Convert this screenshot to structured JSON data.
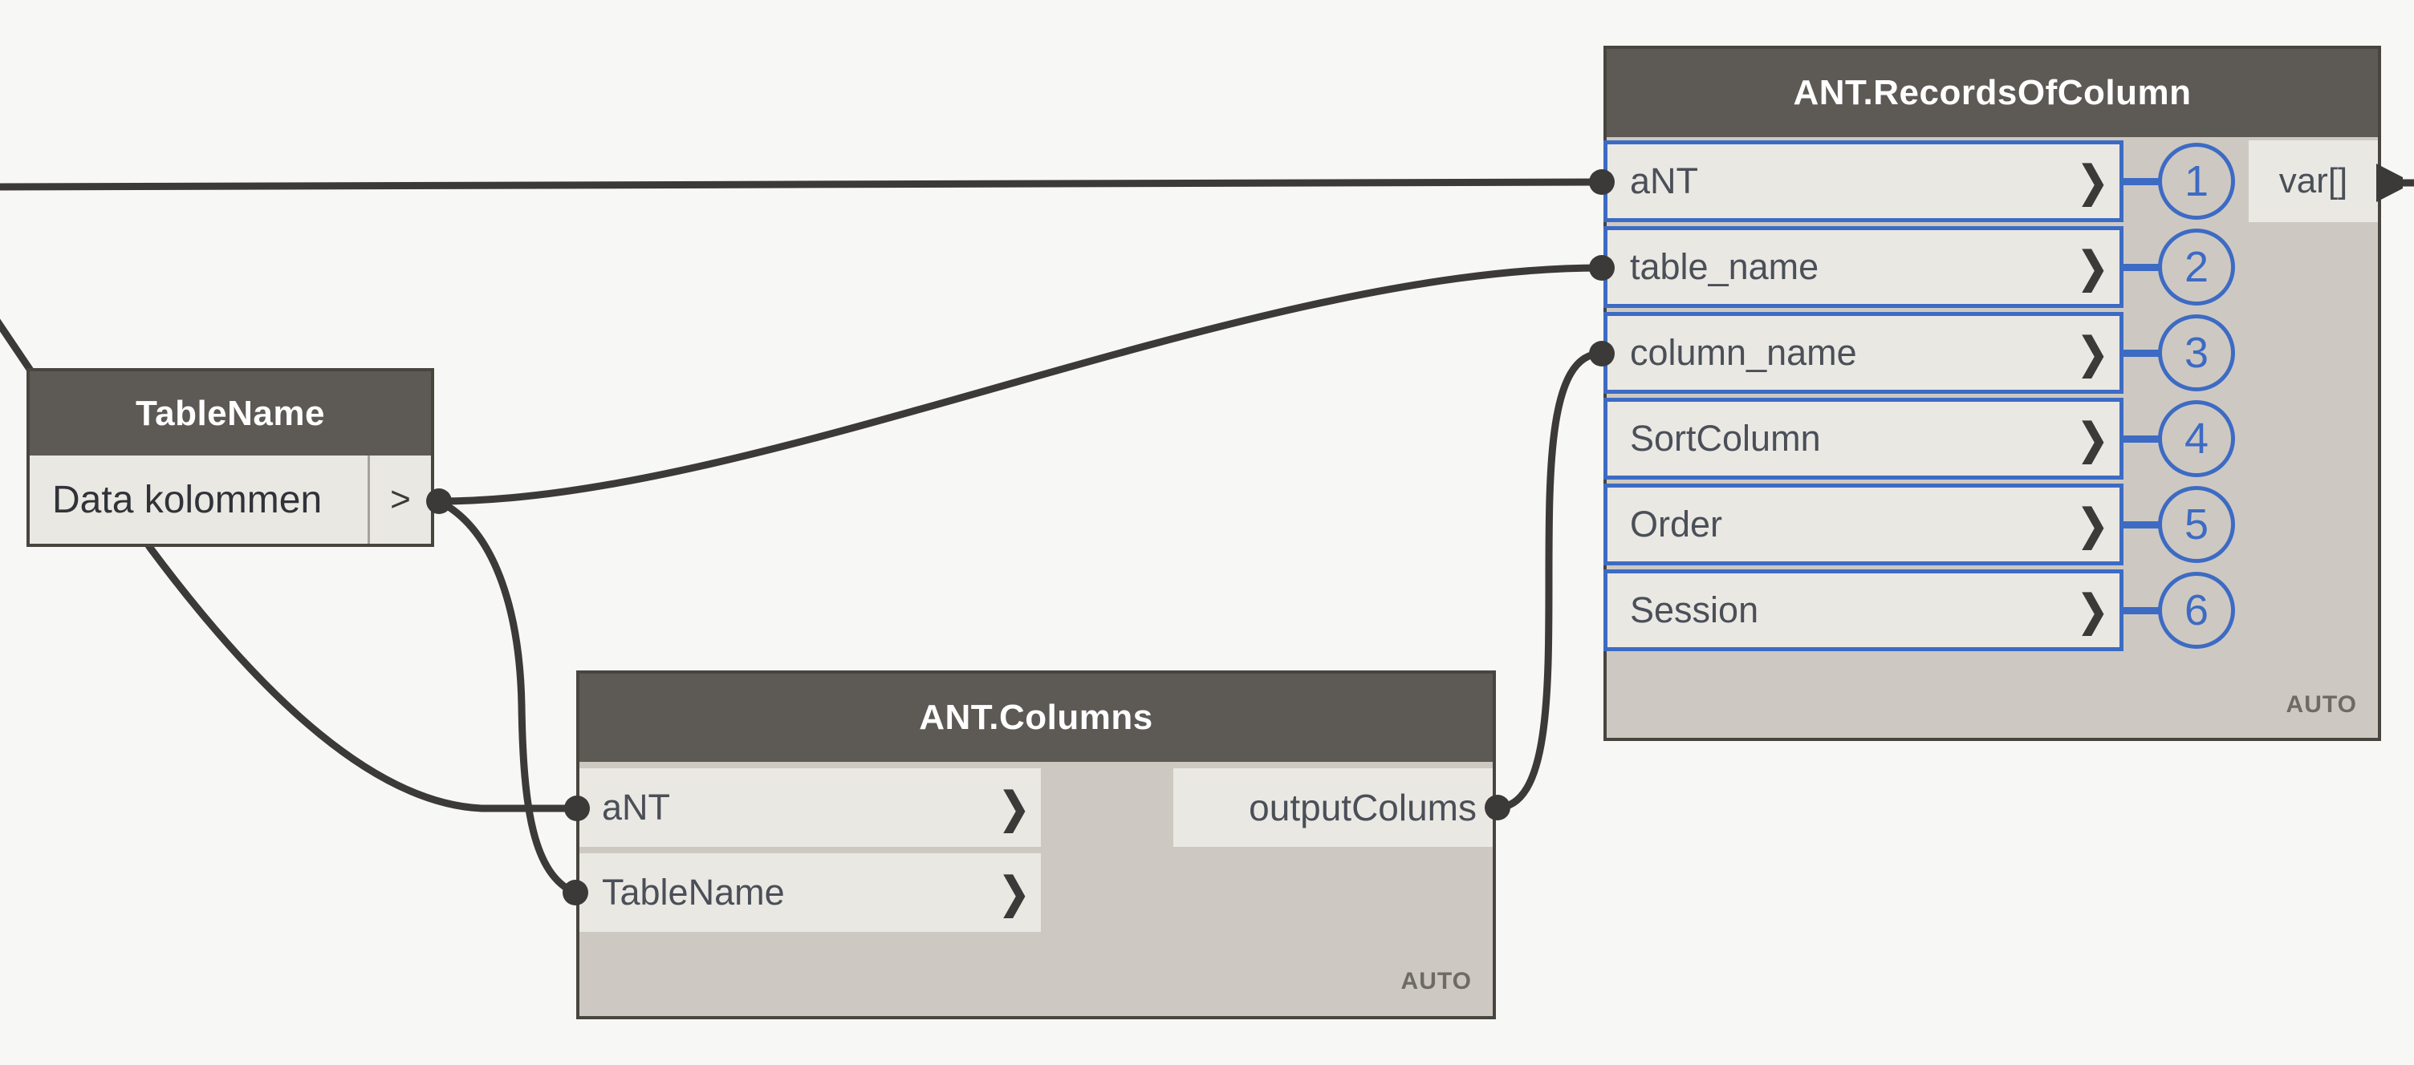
{
  "colors": {
    "canvas": "#f7f7f6",
    "node_header": "#5d5a56",
    "node_body": "#cdc9c2",
    "port_fill": "#eae8e3",
    "node_border": "#48453f",
    "wire": "#3b3a38",
    "accent_blue": "#3d6bc4",
    "header_text": "#ffffff",
    "port_text": "#4a4f58"
  },
  "icons": {
    "port_chevron": "❯",
    "simple_output_chevron": ">"
  },
  "nodes": {
    "tablename": {
      "title": "TableName",
      "output_label": "Data kolommen"
    },
    "columns": {
      "title": "ANT.Columns",
      "inputs": [
        {
          "label": "aNT"
        },
        {
          "label": "TableName"
        }
      ],
      "output_label": "outputColums",
      "lacing": "AUTO"
    },
    "records": {
      "title": "ANT.RecordsOfColumn",
      "inputs": [
        {
          "label": "aNT",
          "badge": "1"
        },
        {
          "label": "table_name",
          "badge": "2"
        },
        {
          "label": "column_name",
          "badge": "3"
        },
        {
          "label": "SortColumn",
          "badge": "4"
        },
        {
          "label": "Order",
          "badge": "5"
        },
        {
          "label": "Session",
          "badge": "6"
        }
      ],
      "output_label": "var[]",
      "lacing": "AUTO"
    }
  }
}
